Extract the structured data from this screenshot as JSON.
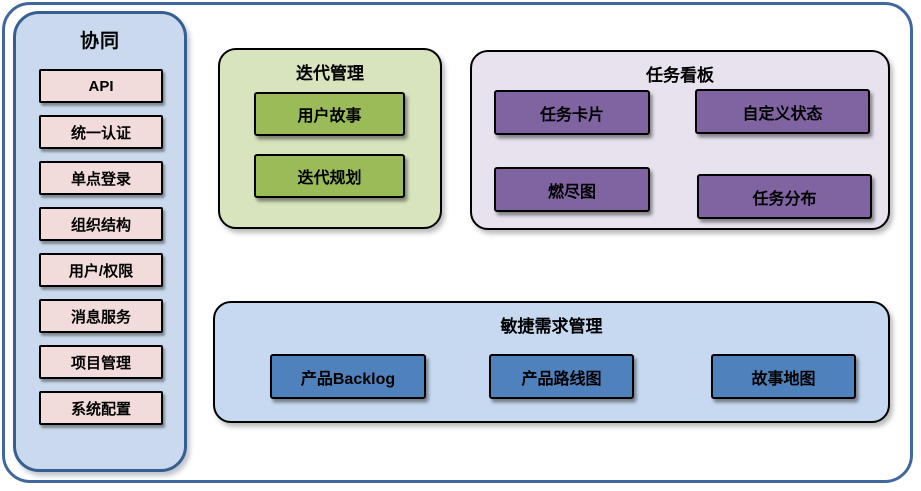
{
  "palette": {
    "frame_border": "#41689e",
    "sidebar_fill": "#cbd9ee",
    "sidebar_border": "#365f91",
    "sidebar_item_fill": "#f2dcdb",
    "iteration_fill": "#d7e4bd",
    "iteration_item_fill": "#9bbb59",
    "kanban_fill": "#e7e2ee",
    "kanban_item_fill": "#8064a2",
    "agile_fill": "#c6d9f1",
    "agile_item_fill": "#4f81bd",
    "item_border": "#000000"
  },
  "sidebar": {
    "title": "协同",
    "items": [
      "API",
      "统一认证",
      "单点登录",
      "组织结构",
      "用户/权限",
      "消息服务",
      "项目管理",
      "系统配置"
    ]
  },
  "groups": {
    "iteration": {
      "title": "迭代管理",
      "items": [
        "用户故事",
        "迭代规划"
      ]
    },
    "kanban": {
      "title": "任务看板",
      "items": [
        "任务卡片",
        "自定义状态",
        "燃尽图",
        "任务分布"
      ]
    },
    "agile": {
      "title": "敏捷需求管理",
      "items": [
        "产品Backlog",
        "产品路线图",
        "故事地图"
      ]
    }
  }
}
